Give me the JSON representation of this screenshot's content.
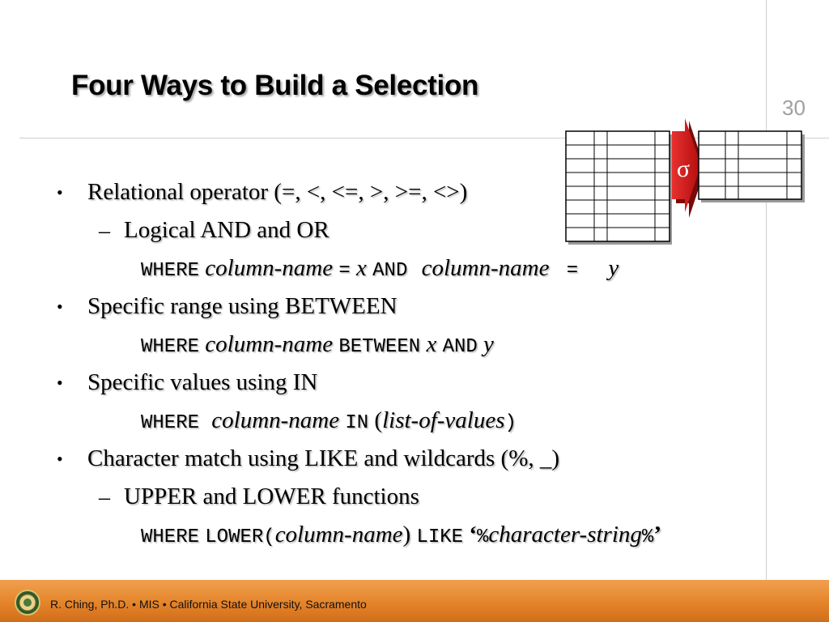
{
  "slide": {
    "title": "Four Ways to Build a Selection",
    "page_number": "30",
    "sigma_symbol": "σ"
  },
  "bullets": [
    {
      "marker": "•",
      "text": "Relational operator (=, <, <=, >, >=, <>)"
    },
    {
      "marker": "–",
      "text": "Logical AND and OR"
    },
    {
      "code": [
        "WHERE",
        "column-name",
        "=",
        "x",
        "AND",
        "column-name",
        "=",
        "y"
      ]
    },
    {
      "marker": "•",
      "text": "Specific range using BETWEEN"
    },
    {
      "code": [
        "WHERE",
        "column-name",
        "BETWEEN",
        "x",
        "AND",
        "y"
      ]
    },
    {
      "marker": "•",
      "text": "Specific values using IN"
    },
    {
      "code": [
        "WHERE",
        "column-name",
        "IN",
        "(",
        "list-of-values",
        ")"
      ]
    },
    {
      "marker": "•",
      "text": "Character match using LIKE and wildcards (%, _)"
    },
    {
      "marker": "–",
      "text": "UPPER and LOWER functions"
    },
    {
      "code": [
        "WHERE",
        "LOWER(",
        "column-name",
        ")",
        "LIKE",
        "‘",
        "%",
        "character-string",
        "%",
        "’"
      ]
    }
  ],
  "footer": {
    "text": "R. Ching, Ph.D. • MIS  • California State University, Sacramento"
  },
  "colors": {
    "footer_orange": "#e4842a",
    "sigma_red": "#c81414",
    "rule_gray": "#cfcfcf",
    "page_number_gray": "#a0a0a0"
  }
}
